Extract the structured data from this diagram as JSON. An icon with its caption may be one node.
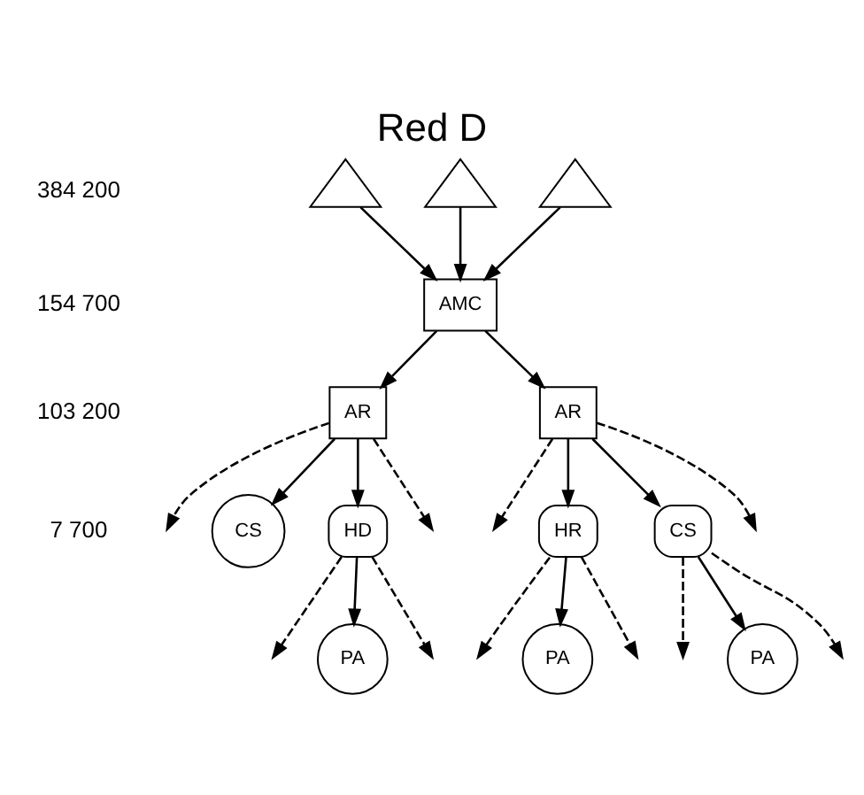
{
  "diagram": {
    "title": "Red D",
    "nodes": [
      {
        "text": [],
        "shape": "triangle"
      },
      {
        "text": [],
        "shape": "triangle"
      },
      {
        "text": [],
        "shape": "triangle"
      },
      {
        "text": [
          "AMC"
        ]
      },
      {
        "text": [
          "AR"
        ]
      },
      {
        "text": [
          "AR"
        ]
      },
      {
        "text": [
          "CS"
        ]
      },
      {
        "text": [
          "HD"
        ]
      },
      {
        "text": [
          "HR"
        ]
      },
      {
        "text": [
          "CS"
        ]
      },
      {
        "text": [
          "PA"
        ]
      },
      {
        "text": [
          "PA"
        ]
      },
      {
        "text": [
          "PA"
        ]
      }
    ],
    "edges": [
      {
        "from": 0,
        "to": 3,
        "arrow": "to"
      },
      {
        "from": 1,
        "to": 3,
        "arrow": "to"
      },
      {
        "from": 2,
        "to": 3,
        "arrow": "to"
      },
      {
        "from": 3,
        "to": 4,
        "arrow": "to"
      },
      {
        "from": 3,
        "to": 5,
        "arrow": "to"
      },
      {
        "from": 4,
        "to": null,
        "arrow": "to",
        "style": "dashed"
      },
      {
        "from": 4,
        "to": 6,
        "arrow": "to"
      },
      {
        "from": 4,
        "to": 7,
        "arrow": "to"
      },
      {
        "from": 4,
        "to": null,
        "arrow": "to",
        "style": "dashed"
      },
      {
        "from": 5,
        "to": null,
        "arrow": "to",
        "style": "dashed"
      },
      {
        "from": 5,
        "to": 8,
        "arrow": "to"
      },
      {
        "from": 5,
        "to": 9,
        "arrow": "to"
      },
      {
        "from": 5,
        "to": null,
        "arrow": "to",
        "style": "dashed"
      },
      {
        "from": 7,
        "to": null,
        "arrow": "to",
        "style": "dashed"
      },
      {
        "from": 7,
        "to": 10,
        "arrow": "to"
      },
      {
        "from": 7,
        "to": null,
        "arrow": "to",
        "style": "dashed"
      },
      {
        "from": 8,
        "to": null,
        "arrow": "to",
        "style": "dashed"
      },
      {
        "from": 8,
        "to": 11,
        "arrow": "to"
      },
      {
        "from": 8,
        "to": null,
        "arrow": "to",
        "style": "dashed"
      },
      {
        "from": 9,
        "to": null,
        "arrow": "to",
        "style": "dashed"
      },
      {
        "from": 9,
        "to": 12,
        "arrow": "to"
      },
      {
        "from": 9,
        "to": null,
        "arrow": "to",
        "style": "dashed"
      }
    ],
    "labels": [
      "384 200",
      "154 700",
      "103 200",
      "7 700"
    ]
  }
}
